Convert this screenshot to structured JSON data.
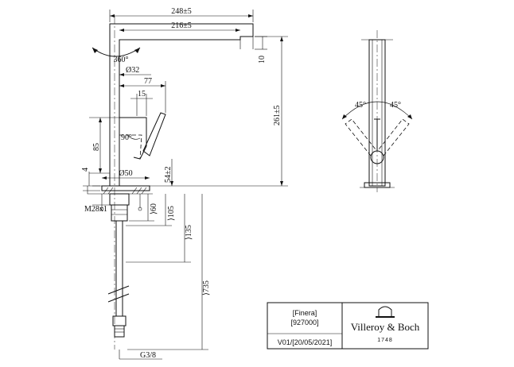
{
  "dimensions": {
    "width_total": "248±5",
    "width_spout": "216±5",
    "rotation": "360°",
    "dia_body": "Ø32",
    "dist_77": "77",
    "dist_15": "15",
    "dim_10": "10",
    "height_total": "261±5",
    "handle_85": "85",
    "handle_angle": "90°",
    "dia_50": "Ø50",
    "dim_4": "4",
    "deck_54": "54±2",
    "thread": "M28x1",
    "dim_60": "⟩60",
    "dim_105": "⟩105",
    "dim_135": "⟩135",
    "dim_735": "⟩735",
    "connection": "G3/8",
    "side_angle_left": "45°",
    "side_angle_right": "45°"
  },
  "title_block": {
    "product": "[Finera]",
    "article": "[927000]",
    "version": "V01/[20/05/2021]",
    "brand": "Villeroy & Boch",
    "year": "1748"
  }
}
